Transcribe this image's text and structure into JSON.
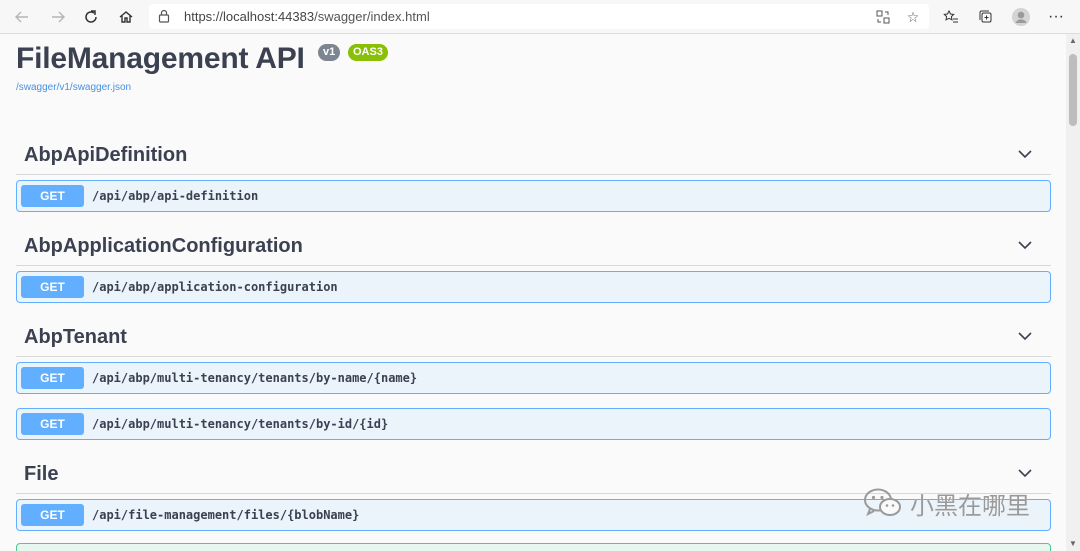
{
  "browser": {
    "url_host": "https://localhost:44383",
    "url_path": "/swagger/index.html",
    "icons": {
      "back": "back-arrow-icon",
      "forward": "forward-arrow-icon",
      "refresh": "refresh-icon",
      "home": "home-icon",
      "lock": "lock-icon",
      "read_aloud": "read-aloud-icon",
      "favorite": "star-icon",
      "favorites_list": "favorites-list-icon",
      "collections": "collections-icon",
      "profile": "profile-icon",
      "more": "more-icon"
    }
  },
  "api": {
    "title": "FileManagement API",
    "version_badge": "v1",
    "spec_badge": "OAS3",
    "spec_link": "/swagger/v1/swagger.json"
  },
  "sections": [
    {
      "name": "AbpApiDefinition",
      "operations": [
        {
          "method": "GET",
          "path": "/api/abp/api-definition"
        }
      ]
    },
    {
      "name": "AbpApplicationConfiguration",
      "operations": [
        {
          "method": "GET",
          "path": "/api/abp/application-configuration"
        }
      ]
    },
    {
      "name": "AbpTenant",
      "operations": [
        {
          "method": "GET",
          "path": "/api/abp/multi-tenancy/tenants/by-name/{name}"
        },
        {
          "method": "GET",
          "path": "/api/abp/multi-tenancy/tenants/by-id/{id}"
        }
      ]
    },
    {
      "name": "File",
      "operations": [
        {
          "method": "GET",
          "path": "/api/file-management/files/{blobName}"
        }
      ]
    }
  ],
  "colors": {
    "get": "#61affe",
    "get_bg": "#ebf3fb",
    "post": "#49cc90",
    "title": "#3b4151",
    "oas_badge": "#89bf04",
    "version_badge": "#7d8492",
    "link": "#4990e2"
  },
  "watermark": {
    "text": "小黑在哪里",
    "icon": "wechat-icon"
  }
}
